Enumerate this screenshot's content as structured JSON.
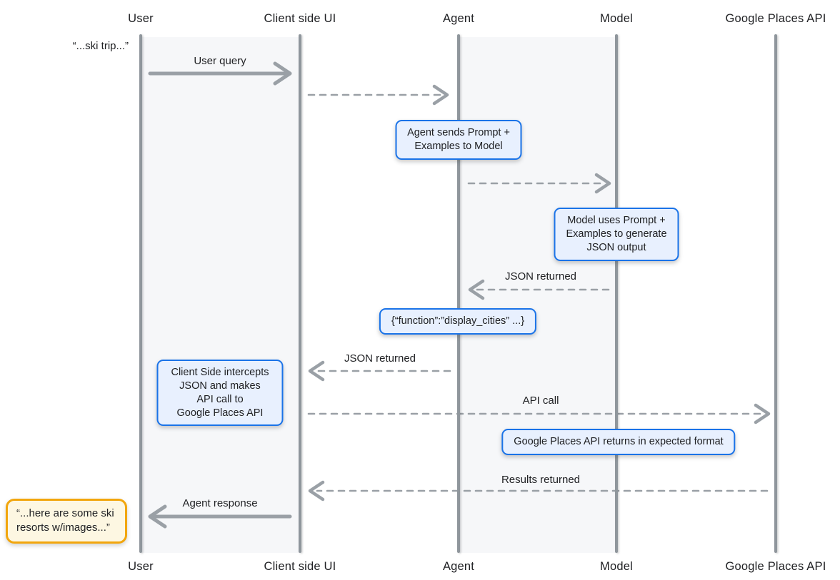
{
  "diagram_type": "sequence-diagram",
  "actors": [
    {
      "name": "User"
    },
    {
      "name": "Client side UI"
    },
    {
      "name": "Agent"
    },
    {
      "name": "Model"
    },
    {
      "name": "Google Places API"
    }
  ],
  "quotes": {
    "ski_trip": "“...ski trip...”",
    "final_response": "“...here are some ski\nresorts w/images...”"
  },
  "messages": {
    "user_query": "User query",
    "json_returned_model": "JSON returned",
    "json_returned_agent": "JSON returned",
    "api_call": "API call",
    "results_returned": "Results returned",
    "agent_response": "Agent response"
  },
  "notes": {
    "agent_prompt": "Agent sends Prompt +\nExamples to Model",
    "model_generate": "Model uses Prompt +\nExamples to generate\nJSON output",
    "function_json": "{“function”:”display_cities” ...}",
    "client_intercept": "Client Side intercepts\nJSON and makes\nAPI call to\nGoogle Places API",
    "places_returns": "Google Places API returns in expected format"
  },
  "colors": {
    "accent_blue": "#1a73e8",
    "note_fill": "#e8f0fe",
    "highlight_yellow": "#f2a60d",
    "highlight_fill": "#fdf7e2",
    "line_gray": "#9aa0a6",
    "band_gray": "#f6f7f9",
    "text": "#202124"
  }
}
